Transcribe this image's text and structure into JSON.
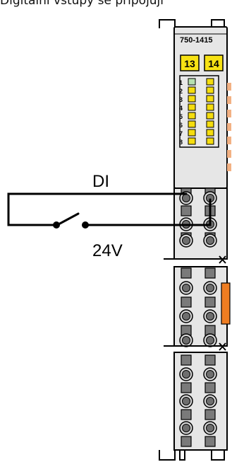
{
  "caption": "Digitální vstupy se připojují",
  "module": {
    "part_number": "750-1415",
    "channel_labels": [
      "13",
      "14"
    ],
    "led_numbers": [
      "1",
      "2",
      "3",
      "4",
      "5",
      "6",
      "7",
      "8"
    ]
  },
  "wiring": {
    "signal_label": "DI",
    "supply_label": "24V"
  },
  "colors": {
    "module_body": "#e6e6e6",
    "channel_yellow": "#f7e214",
    "led_yellow": "#f5dd0e",
    "led_green": "#b7e0b0",
    "side_contact": "#f2b183",
    "ejector_orange": "#ee7d22",
    "wire": "#000000"
  },
  "icons": [
    "switch-symbol"
  ]
}
